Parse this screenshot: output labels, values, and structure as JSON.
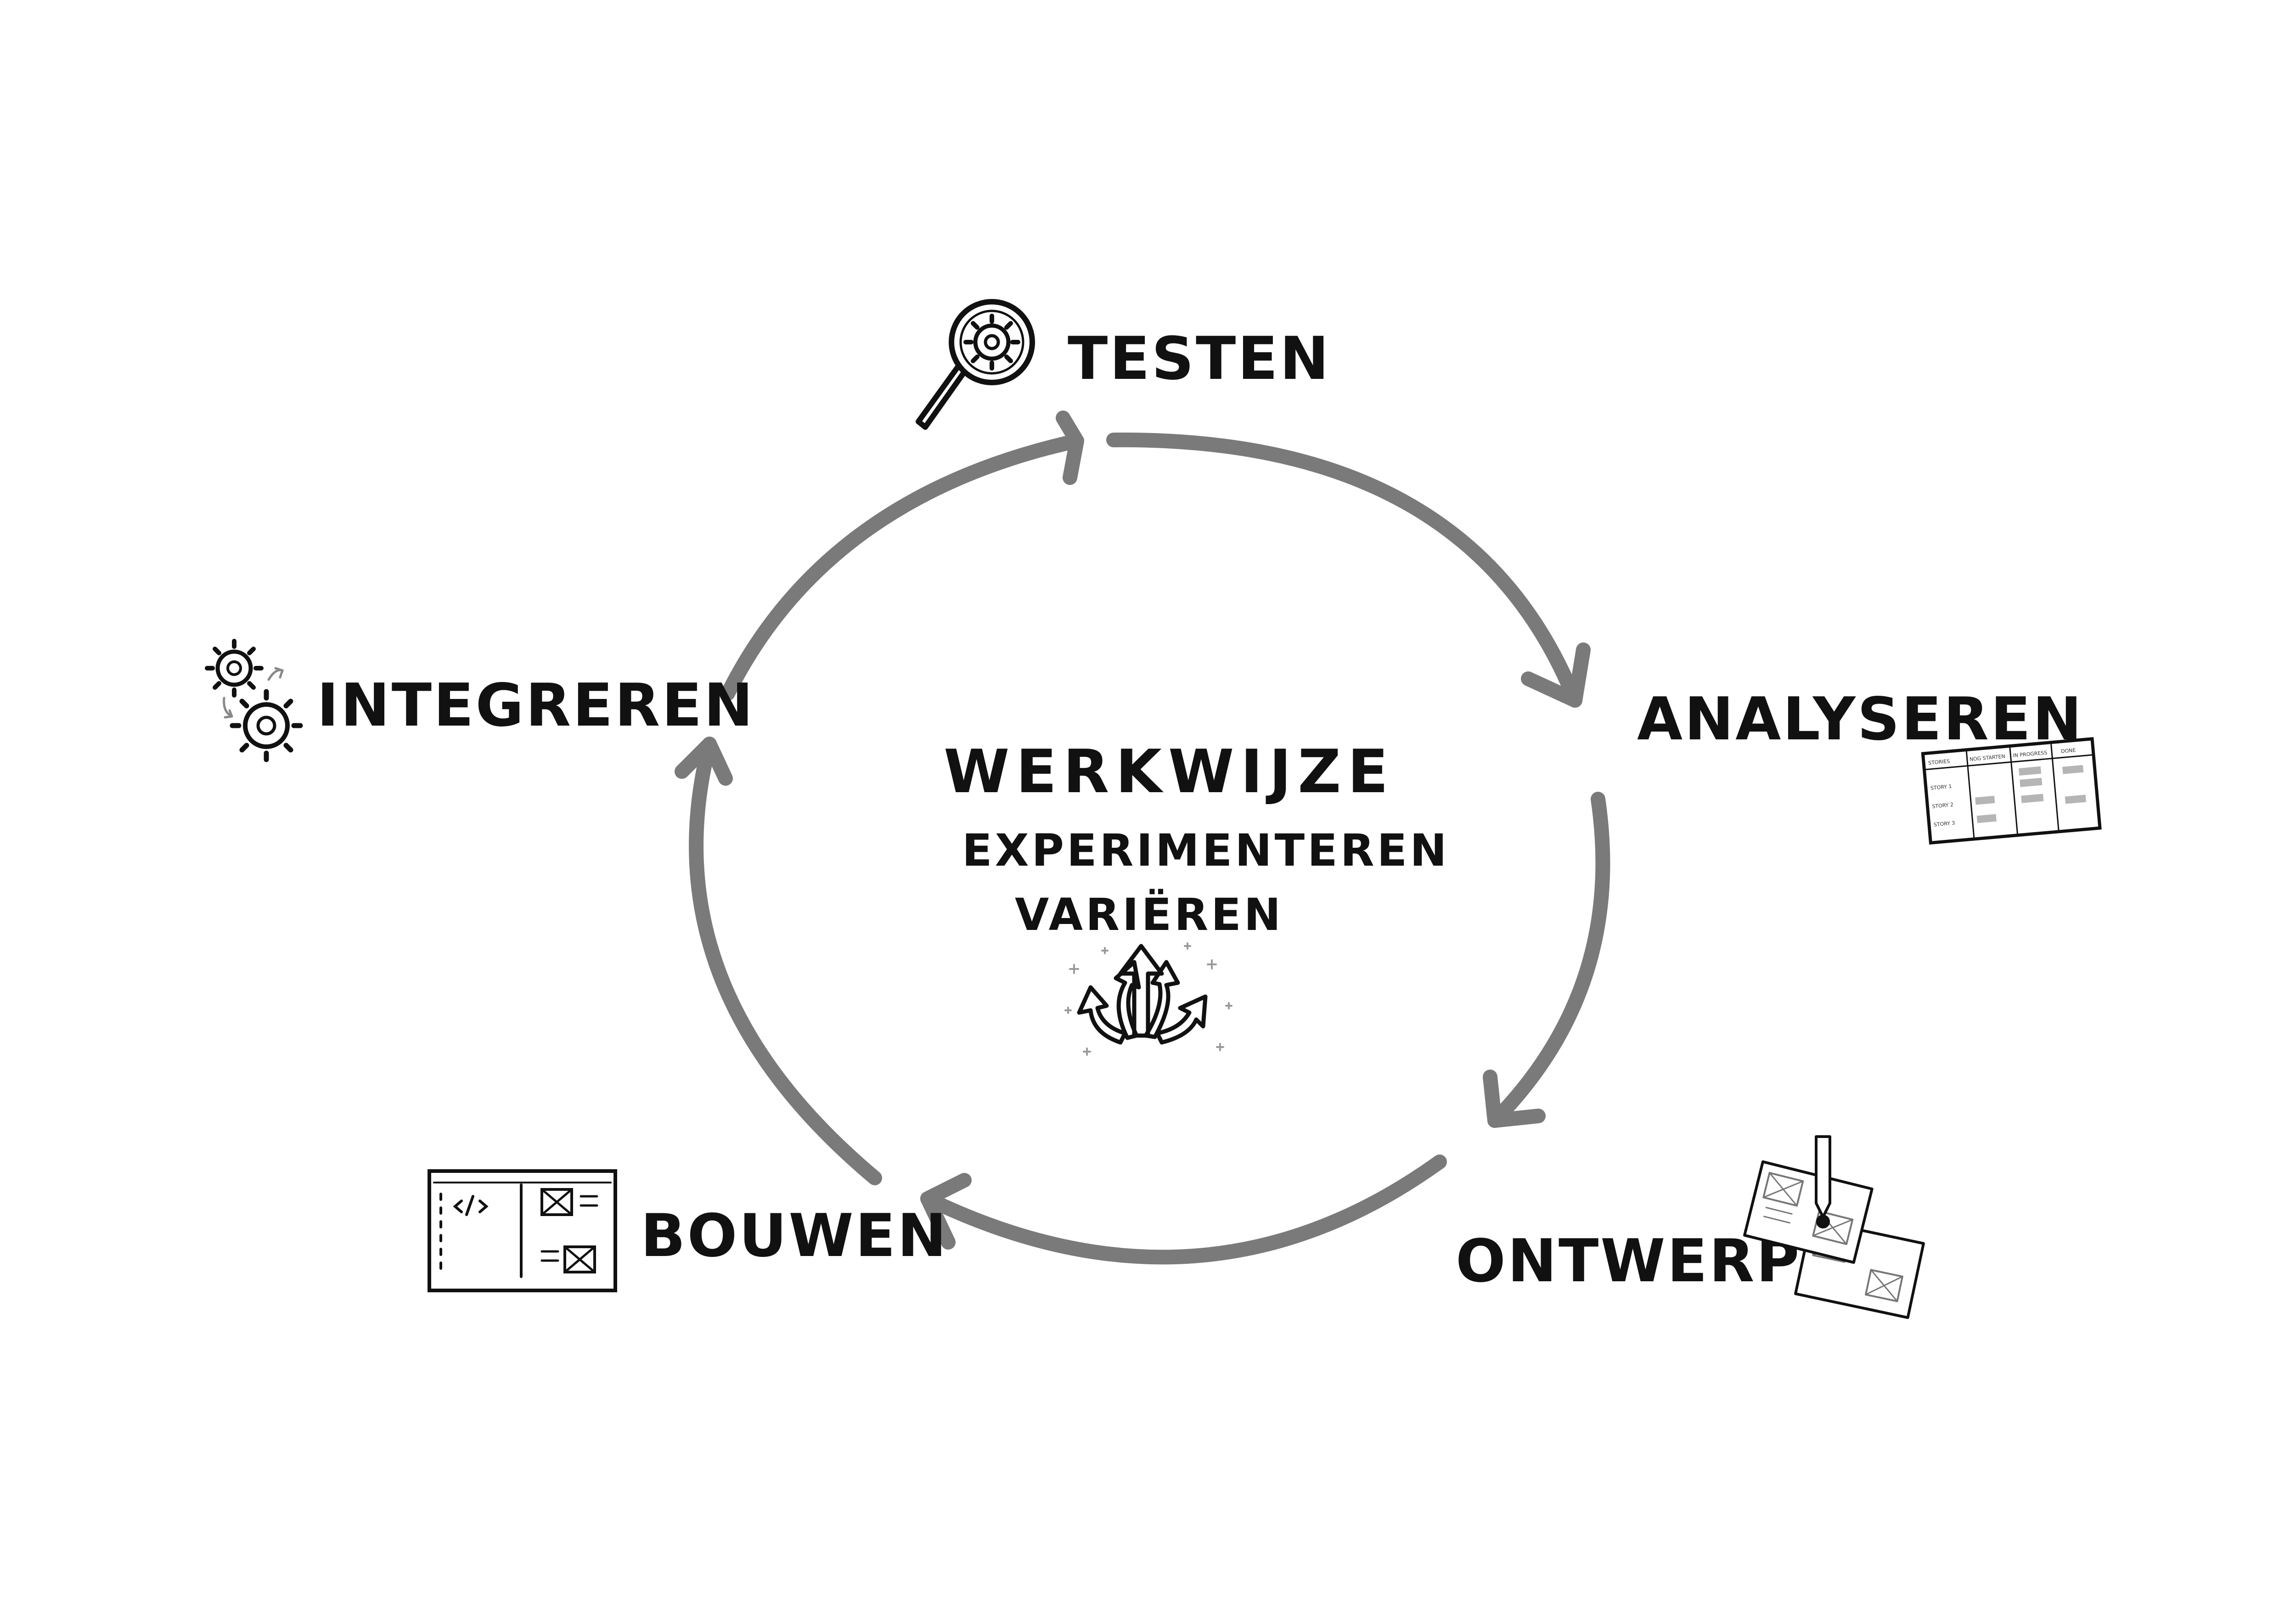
{
  "diagram": {
    "center": {
      "title": "WERKWIJZE",
      "line1": "EXPERIMENTEREN",
      "line2": "VARIËREN",
      "icon": "diverging-arrows-icon"
    },
    "steps": [
      {
        "key": "testen",
        "label": "TESTEN",
        "icon": "magnifier-gear-icon"
      },
      {
        "key": "analyseren",
        "label": "ANALYSEREN",
        "icon": "kanban-board-icon"
      },
      {
        "key": "ontwerpen",
        "label": "ONTWERPEN",
        "icon": "wireframe-sketch-icon"
      },
      {
        "key": "bouwen",
        "label": "BOUWEN",
        "icon": "code-window-icon"
      },
      {
        "key": "integreren",
        "label": "INTEGREREN",
        "icon": "gears-icon"
      }
    ],
    "kanban": {
      "headers": [
        "STORIES",
        "NOG STARTEN",
        "IN PROGRESS",
        "DONE"
      ],
      "rows": [
        "STORY 1",
        "STORY 2",
        "STORY 3"
      ]
    },
    "arrow_color": "#7a7a7a",
    "text_color": "#111111"
  }
}
